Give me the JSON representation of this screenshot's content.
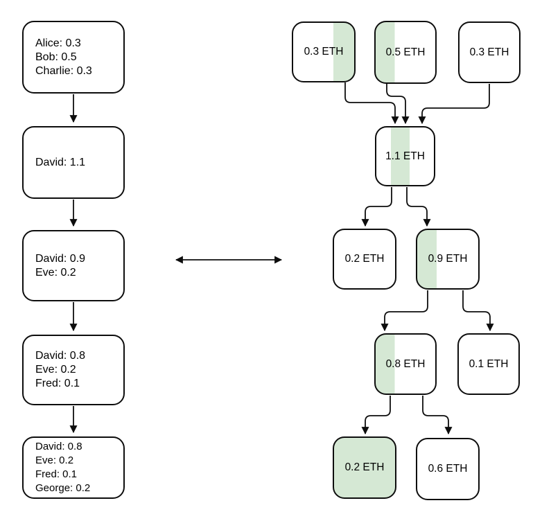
{
  "colors": {
    "background": "#ffffff",
    "box_border": "#0d0d0d",
    "highlight_green": "#d5e8d4",
    "connector": "#0d0d0d",
    "text": "#000000"
  },
  "account_model": {
    "states": [
      {
        "lines": [
          "Alice: 0.3",
          "Bob: 0.5",
          "Charlie: 0.3"
        ]
      },
      {
        "lines": [
          "David: 1.1"
        ]
      },
      {
        "lines": [
          "David: 0.9",
          "Eve: 0.2"
        ]
      },
      {
        "lines": [
          "David: 0.8",
          "Eve: 0.2",
          "Fred: 0.1"
        ]
      },
      {
        "lines": [
          "David: 0.8",
          "Eve: 0.2",
          "Fred: 0.1",
          "George: 0.2"
        ]
      }
    ]
  },
  "utxo_model": {
    "nodes": [
      {
        "label": "0.3 ETH",
        "highlight": "right-third"
      },
      {
        "label": "0.5 ETH",
        "highlight": "left-third"
      },
      {
        "label": "0.3 ETH",
        "highlight": "none"
      },
      {
        "label": "1.1 ETH",
        "highlight": "middle-stripe"
      },
      {
        "label": "0.2 ETH",
        "highlight": "none"
      },
      {
        "label": "0.9 ETH",
        "highlight": "left-third"
      },
      {
        "label": "0.8 ETH",
        "highlight": "left-third"
      },
      {
        "label": "0.1 ETH",
        "highlight": "none"
      },
      {
        "label": "0.2 ETH",
        "highlight": "full"
      },
      {
        "label": "0.6 ETH",
        "highlight": "none"
      }
    ]
  }
}
